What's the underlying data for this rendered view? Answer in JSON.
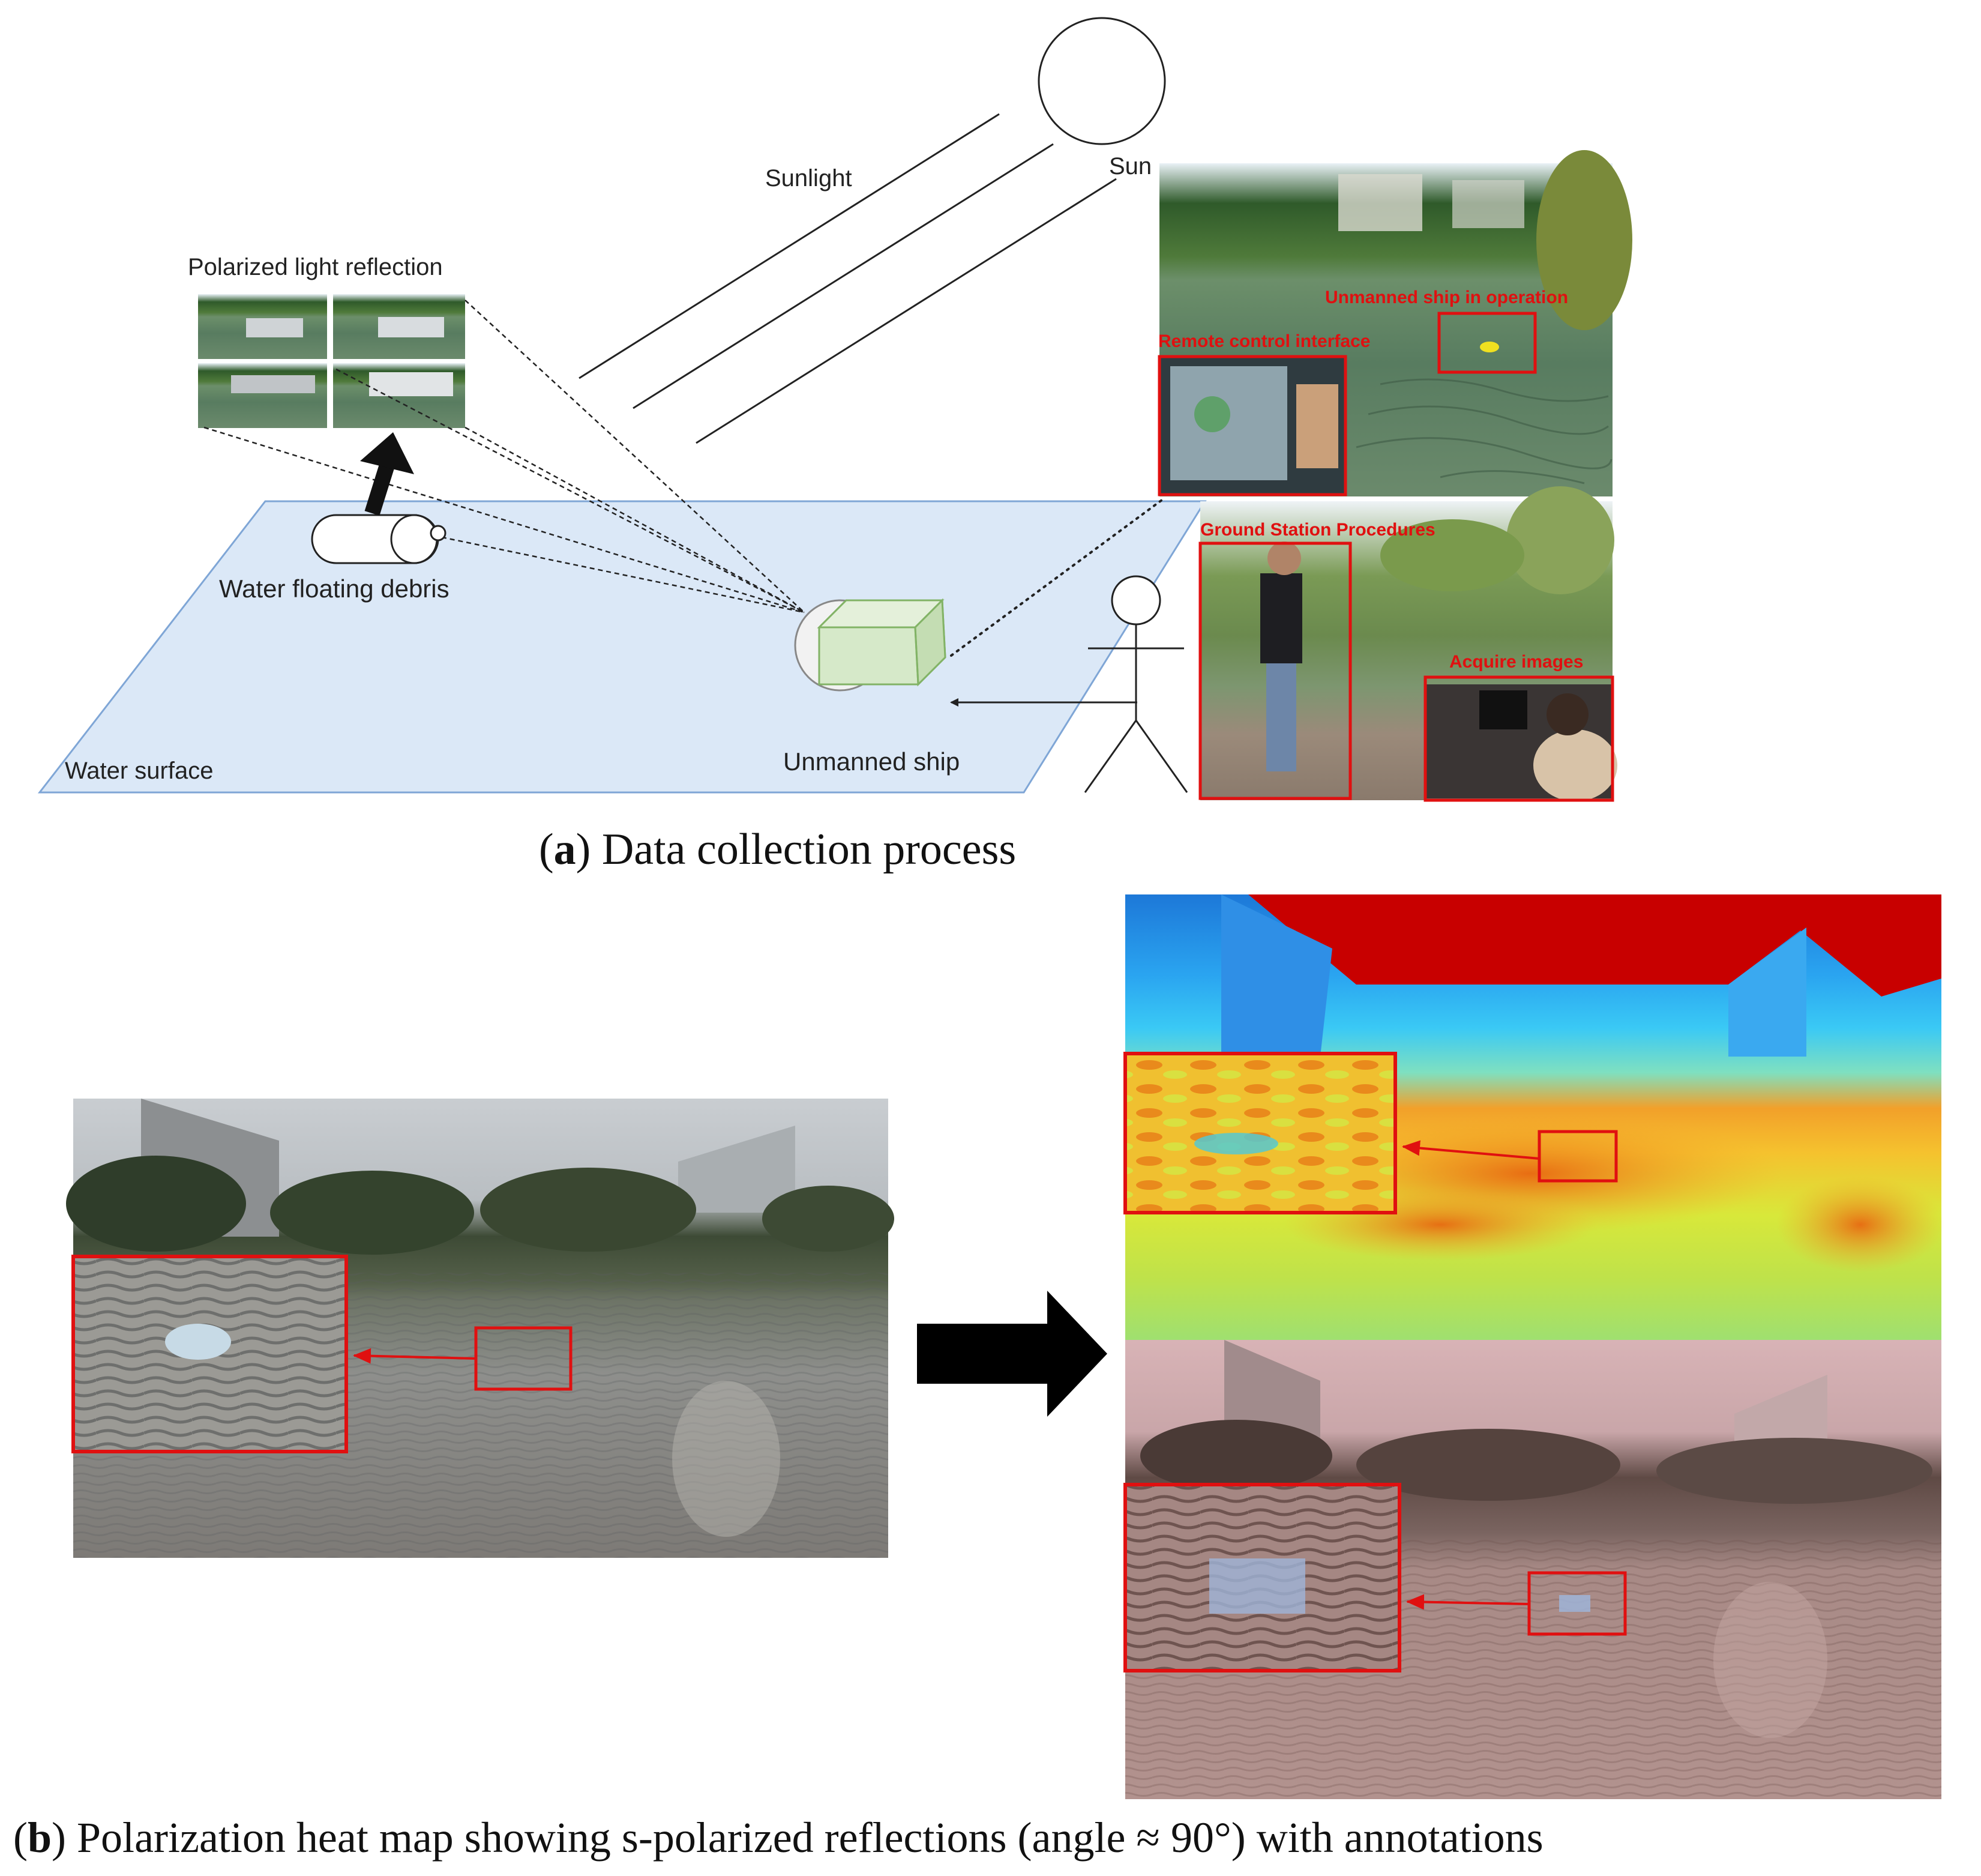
{
  "panel_a": {
    "sun_label": "Sun",
    "sunlight_label": "Sunlight",
    "polarized_label": "Polarized light reflection",
    "debris_label": "Water floating debris",
    "water_surface_label": "Water surface",
    "ship_label": "Unmanned ship",
    "photo_annotations": {
      "unmanned_ship": "Unmanned ship in operation",
      "remote_control": "Remote control interface",
      "ground_station": "Ground Station Procedures",
      "acquire_images": "Acquire images"
    },
    "caption_letter": "a",
    "caption_text": "Data collection process"
  },
  "panel_b": {
    "caption_letter": "b",
    "caption_text": "Polarization heat map showing s-polarized reflections (angle ≈ 90°) with annotations"
  },
  "colors": {
    "water_fill": "#dbe8f7",
    "water_stroke": "#7fa6d6",
    "ship_fill": "#d6e9c9",
    "ship_stroke": "#82b366",
    "annotation_red": "#e01010"
  },
  "icons": {
    "sun": "circle-outline",
    "debris": "bottle-outline",
    "person": "stick-figure",
    "transition": "right-arrow"
  }
}
